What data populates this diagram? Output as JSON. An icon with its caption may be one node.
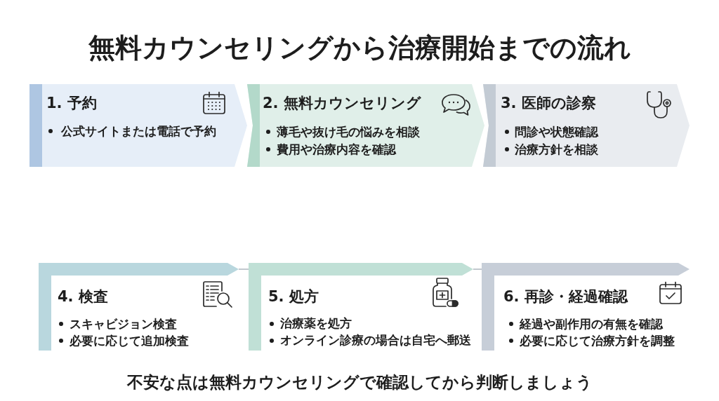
{
  "diagram": {
    "title": "無料カウンセリングから治療開始までの流れ",
    "nodes": [
      {
        "text": [
          "1. 予約",
          "公式サイトまたは電話で予約"
        ]
      },
      {
        "text": [
          "2. 無料カウンセリング",
          "薄毛や抜け毛の悩みを相談",
          "費用や治療内容を確認"
        ]
      },
      {
        "text": [
          "3. 医師の診察",
          "問診や状態確認",
          "治療方針を相談"
        ]
      },
      {
        "text": [
          "4. 検査",
          "スキャビジョン検査",
          "必要に応じて追加検査"
        ]
      },
      {
        "text": [
          "5. 処方",
          "治療薬を処方",
          "オンライン診療の場合は自宅へ郵送"
        ]
      },
      {
        "text": [
          "6. 再診・経過確認",
          "経過や副作用の有無を確認",
          "必要に応じて治療方針を調整"
        ]
      }
    ],
    "edges": [
      {
        "from": 3,
        "to": 4,
        "arrow": "none"
      },
      {
        "from": 4,
        "to": 5,
        "arrow": "none"
      }
    ],
    "caption": "不安な点は無料カウンセリングで確認してから判断しましょう"
  }
}
